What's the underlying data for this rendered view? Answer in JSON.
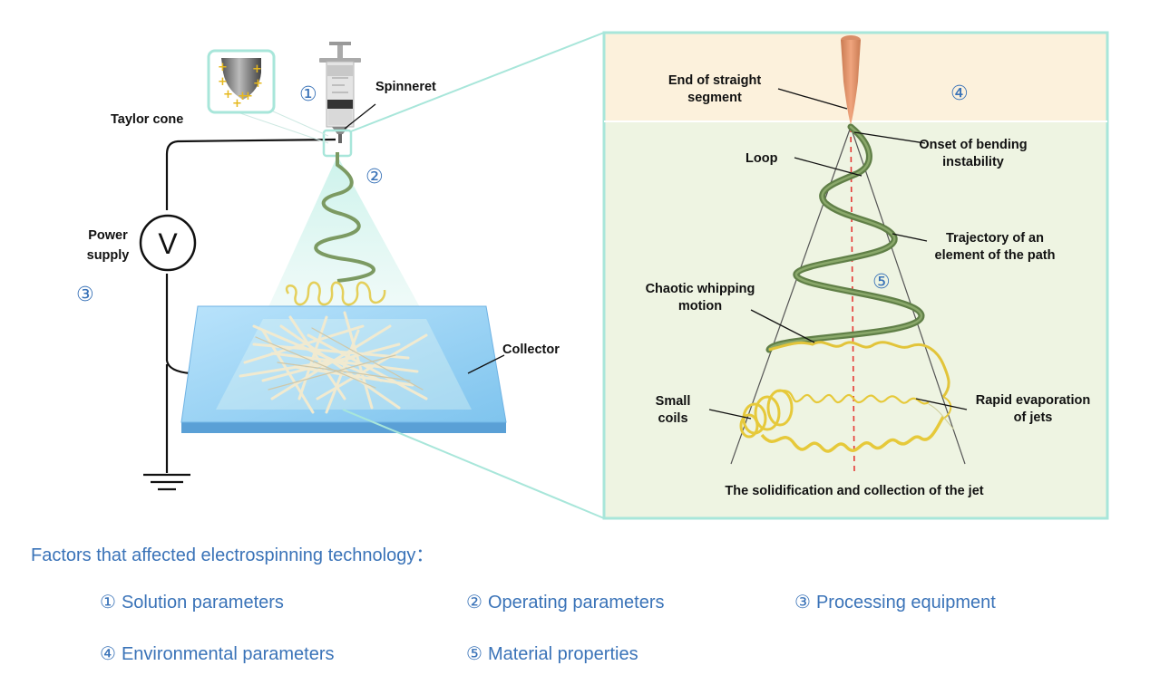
{
  "left_panel": {
    "taylor_cone_label": "Taylor cone",
    "spinneret_label": "Spinneret",
    "power_supply_label": [
      "Power",
      "supply"
    ],
    "voltage_symbol": "V",
    "collector_label": "Collector",
    "markers": {
      "m1": "①",
      "m2": "②",
      "m3": "③"
    }
  },
  "right_panel": {
    "end_straight_label": [
      "End of straight",
      "segment"
    ],
    "onset_bending_label": [
      "Onset of bending",
      "instability"
    ],
    "loop_label": "Loop",
    "trajectory_label": [
      "Trajectory of an",
      "element of the path"
    ],
    "chaotic_label": [
      "Chaotic whipping",
      "motion"
    ],
    "small_coils_label": [
      "Small",
      "coils"
    ],
    "rapid_evap_label": [
      "Rapid evaporation",
      "of jets"
    ],
    "bottom_caption": "The solidification and collection of the jet",
    "markers": {
      "m4": "④",
      "m5": "⑤"
    }
  },
  "factors": {
    "title": "Factors that affected electrospinning technology：",
    "items": [
      {
        "num": "①",
        "label": "Solution parameters"
      },
      {
        "num": "②",
        "label": "Operating parameters"
      },
      {
        "num": "③",
        "label": "Processing equipment"
      },
      {
        "num": "④",
        "label": "Environmental parameters"
      },
      {
        "num": "⑤",
        "label": "Material properties"
      }
    ]
  },
  "colors": {
    "accent_blue": "#3a73b8",
    "teal_outline": "#a8e6da",
    "jet_green": "#5b7a45",
    "fiber_yellow": "#e6c93a",
    "collector_blue": "#8ecdf2",
    "top_panel_bg": "#fcf1dc",
    "lower_panel_bg": "#eef4e2"
  }
}
